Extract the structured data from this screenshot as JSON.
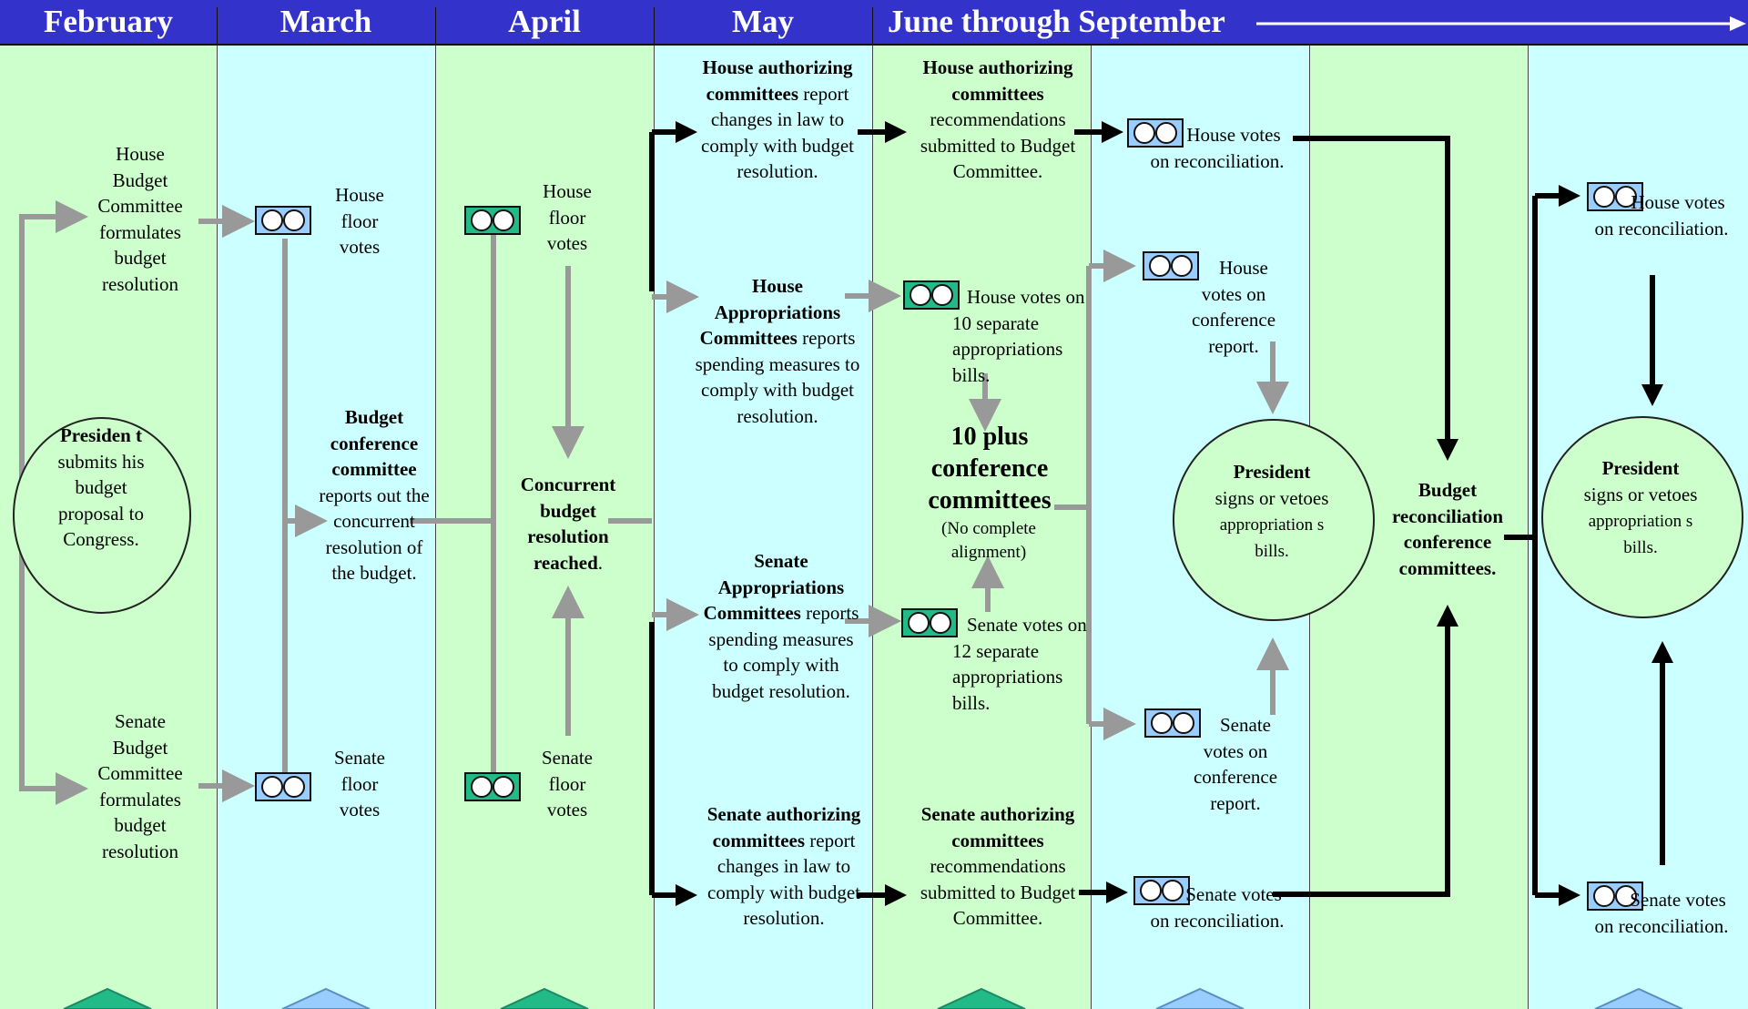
{
  "header": {
    "months": [
      "February",
      "March",
      "April",
      "May",
      "June through September"
    ]
  },
  "feb": {
    "house": "House Budget Committee formulates budget resolution",
    "senate": "Senate Budget Committee formulates budget resolution",
    "president_bold": "Presiden t",
    "president_rest": "submits his budget proposal to Congress."
  },
  "mar": {
    "house": "House floor votes",
    "senate": "Senate floor votes",
    "conf_bold": "Budget conference committee",
    "conf_rest": "reports out the concurrent resolution of the budget."
  },
  "apr": {
    "house": "House floor votes",
    "senate": "Senate floor votes",
    "concurrent_bold": "Concurrent budget resolution reached",
    "concurrent_end": "."
  },
  "may": {
    "house_auth_bold": "House authorizing committees",
    "house_auth_rest": "report changes in law to comply with budget resolution.",
    "house_app_bold": "House Appropriations Committees",
    "house_app_rest": "reports spending measures to comply with budget resolution.",
    "senate_app_bold": "Senate Appropriations Committees",
    "senate_app_rest": "reports spending measures to comply with budget resolution.",
    "senate_auth_bold": "Senate authorizing committees",
    "senate_auth_rest": "report changes in law to comply with budget resolution."
  },
  "june": {
    "house_auth_bold": "House authorizing committees",
    "house_auth_rest": "recommendations submitted to Budget Committee.",
    "house_votes": "House votes on 10 separate appropriations bills.",
    "conf_big": "10 plus conference committees",
    "conf_note": "(No complete alignment)",
    "senate_votes": "Senate votes on 12 separate appropriations bills.",
    "senate_auth_bold": "Senate authorizing committees",
    "senate_auth_rest": "recommendations submitted to Budget Committee."
  },
  "col6": {
    "house_recon": "House votes on reconciliation.",
    "house_conf": "House votes on conference report.",
    "president_bold": "President",
    "president_rest": "signs or vetoes",
    "president_small": "appropriation s bills.",
    "senate_conf": "Senate votes on conference report.",
    "senate_recon": "Senate votes on reconciliation."
  },
  "col7": {
    "recon_conf": "Budget reconciliation conference committees."
  },
  "col8": {
    "house_recon": "House votes on reconciliation.",
    "president_bold": "President",
    "president_rest": "signs or vetoes",
    "president_small": "appropriation s bills.",
    "senate_recon": "Senate votes on reconciliation."
  },
  "colors": {
    "header": "#3333cc",
    "green_col": "#ccffcc",
    "cyan_col": "#ccffff",
    "arrow_gray": "#999999",
    "arrow_black": "#000000",
    "vote_blue": "#99ccff",
    "vote_teal": "#22bb88"
  }
}
